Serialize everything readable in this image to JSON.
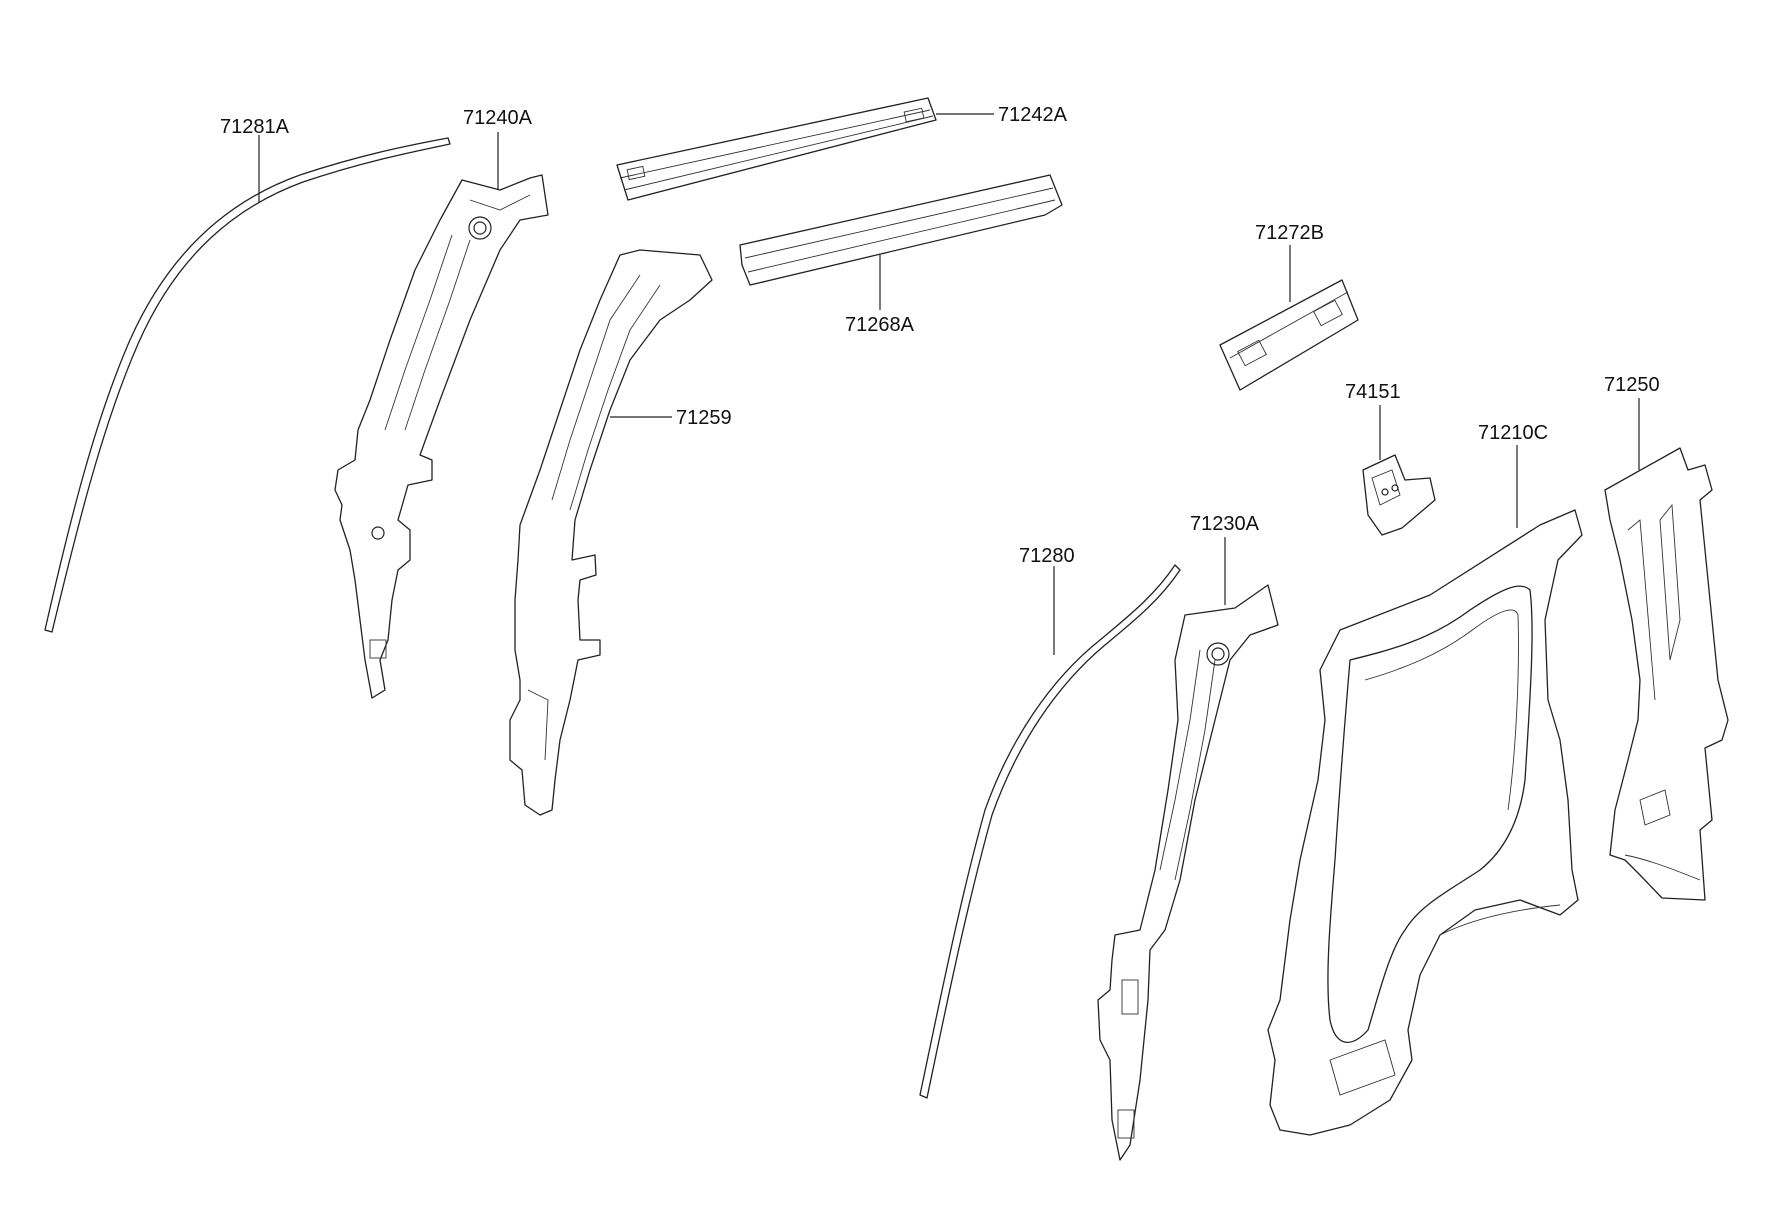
{
  "diagram": {
    "callouts": {
      "p71281A": "71281A",
      "p71240A": "71240A",
      "p71242A": "71242A",
      "p71268A": "71268A",
      "p71259": "71259",
      "p71272B": "71272B",
      "p74151": "74151",
      "p71250": "71250",
      "p71210C": "71210C",
      "p71230A": "71230A",
      "p71280": "71280"
    }
  }
}
